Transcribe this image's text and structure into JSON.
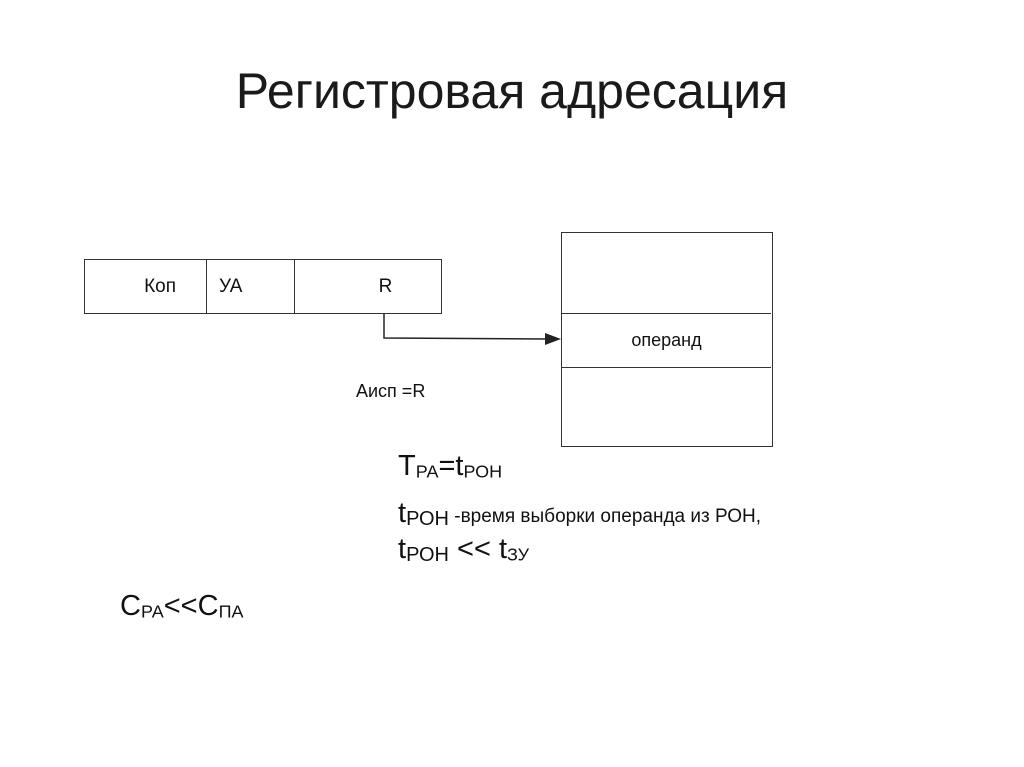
{
  "title": "Регистровая адресация",
  "instruction": {
    "fields": [
      "Коп",
      "УА",
      "R"
    ]
  },
  "memory": {
    "cell_label": "операнд"
  },
  "address_label": "Аисп =R",
  "formulas": {
    "line1": {
      "T": "T",
      "T_sub": "РА",
      "eq": "=t",
      "t_sub": "РОН"
    },
    "line2": {
      "t": "t",
      "t_sub": "РОН",
      "text": " -время выборки операнда из РОН,"
    },
    "line3": {
      "t": "t",
      "t_sub": "РОН",
      "op": " << t",
      "t2_sub": "ЗУ"
    },
    "cost": {
      "c1": "C",
      "c1_sub": "РА",
      "op": "<<C",
      "c2_sub": "ПА"
    }
  }
}
